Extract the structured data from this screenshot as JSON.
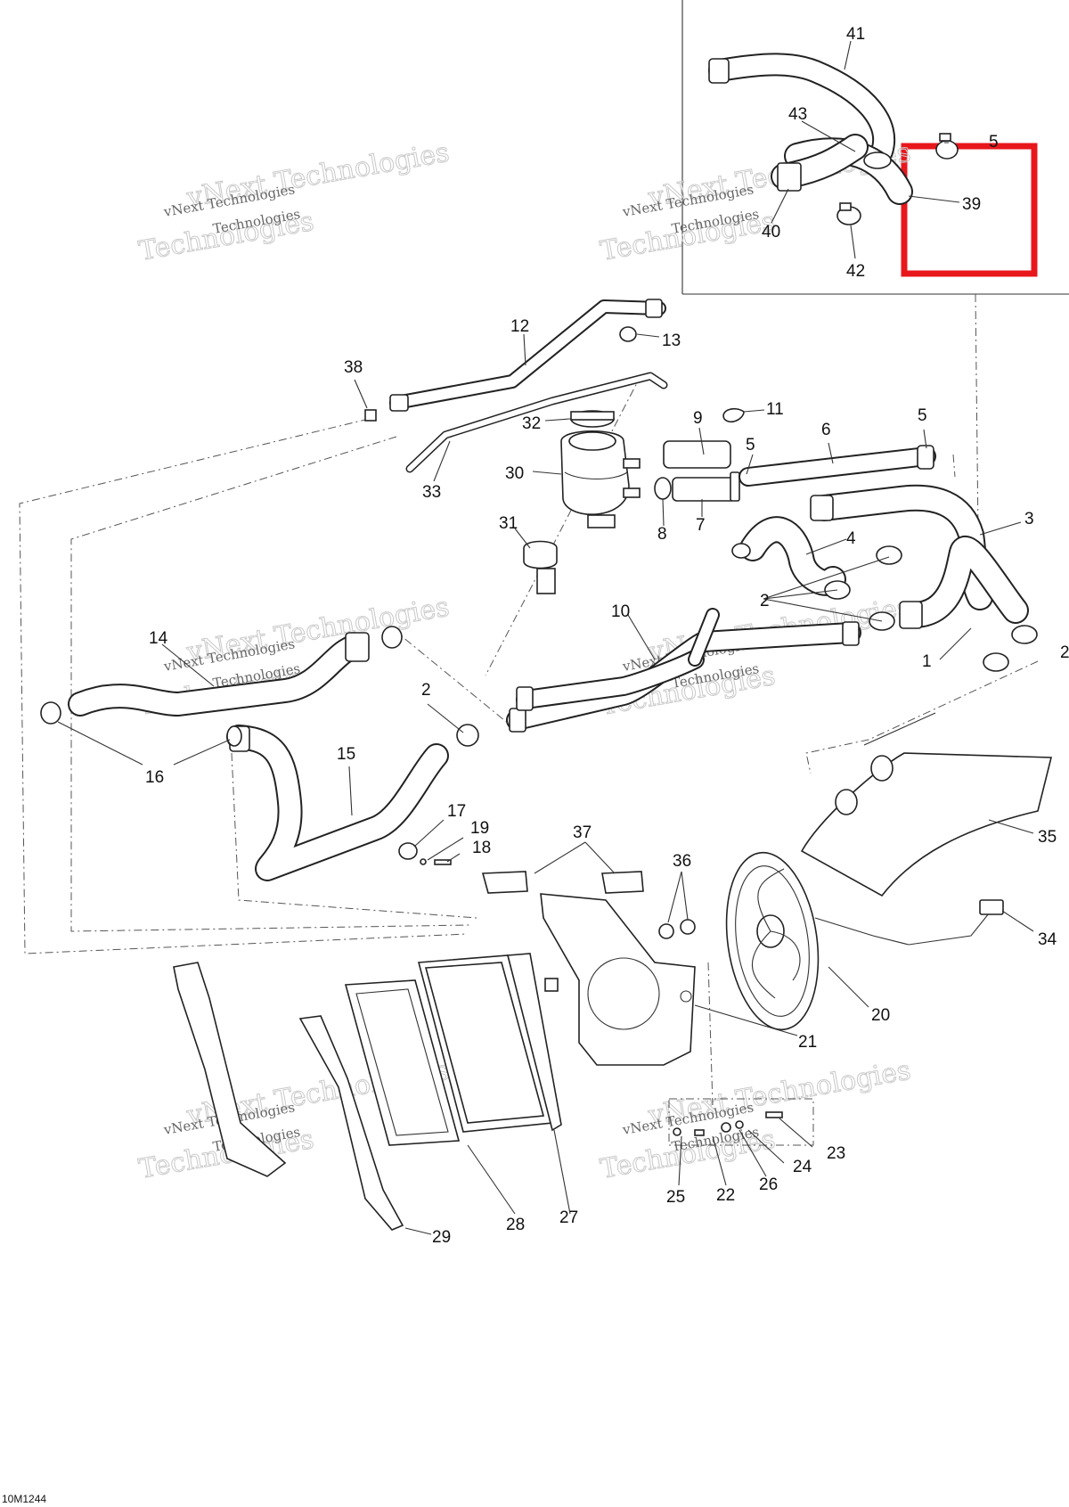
{
  "diagram_code": "10M1244",
  "watermark": {
    "line1": "vNext Technologies",
    "line2": "Technologies"
  },
  "highlight_color": "#e8171c",
  "callouts": [
    "41",
    "43",
    "5",
    "39",
    "40",
    "42",
    "12",
    "13",
    "38",
    "32",
    "9",
    "11",
    "5",
    "6",
    "5",
    "30",
    "33",
    "8",
    "7",
    "31",
    "3",
    "4",
    "2",
    "10",
    "14",
    "2",
    "1",
    "2",
    "16",
    "15",
    "17",
    "19",
    "18",
    "37",
    "36",
    "35",
    "34",
    "20",
    "21",
    "23",
    "24",
    "26",
    "22",
    "25",
    "28",
    "27",
    "29"
  ]
}
